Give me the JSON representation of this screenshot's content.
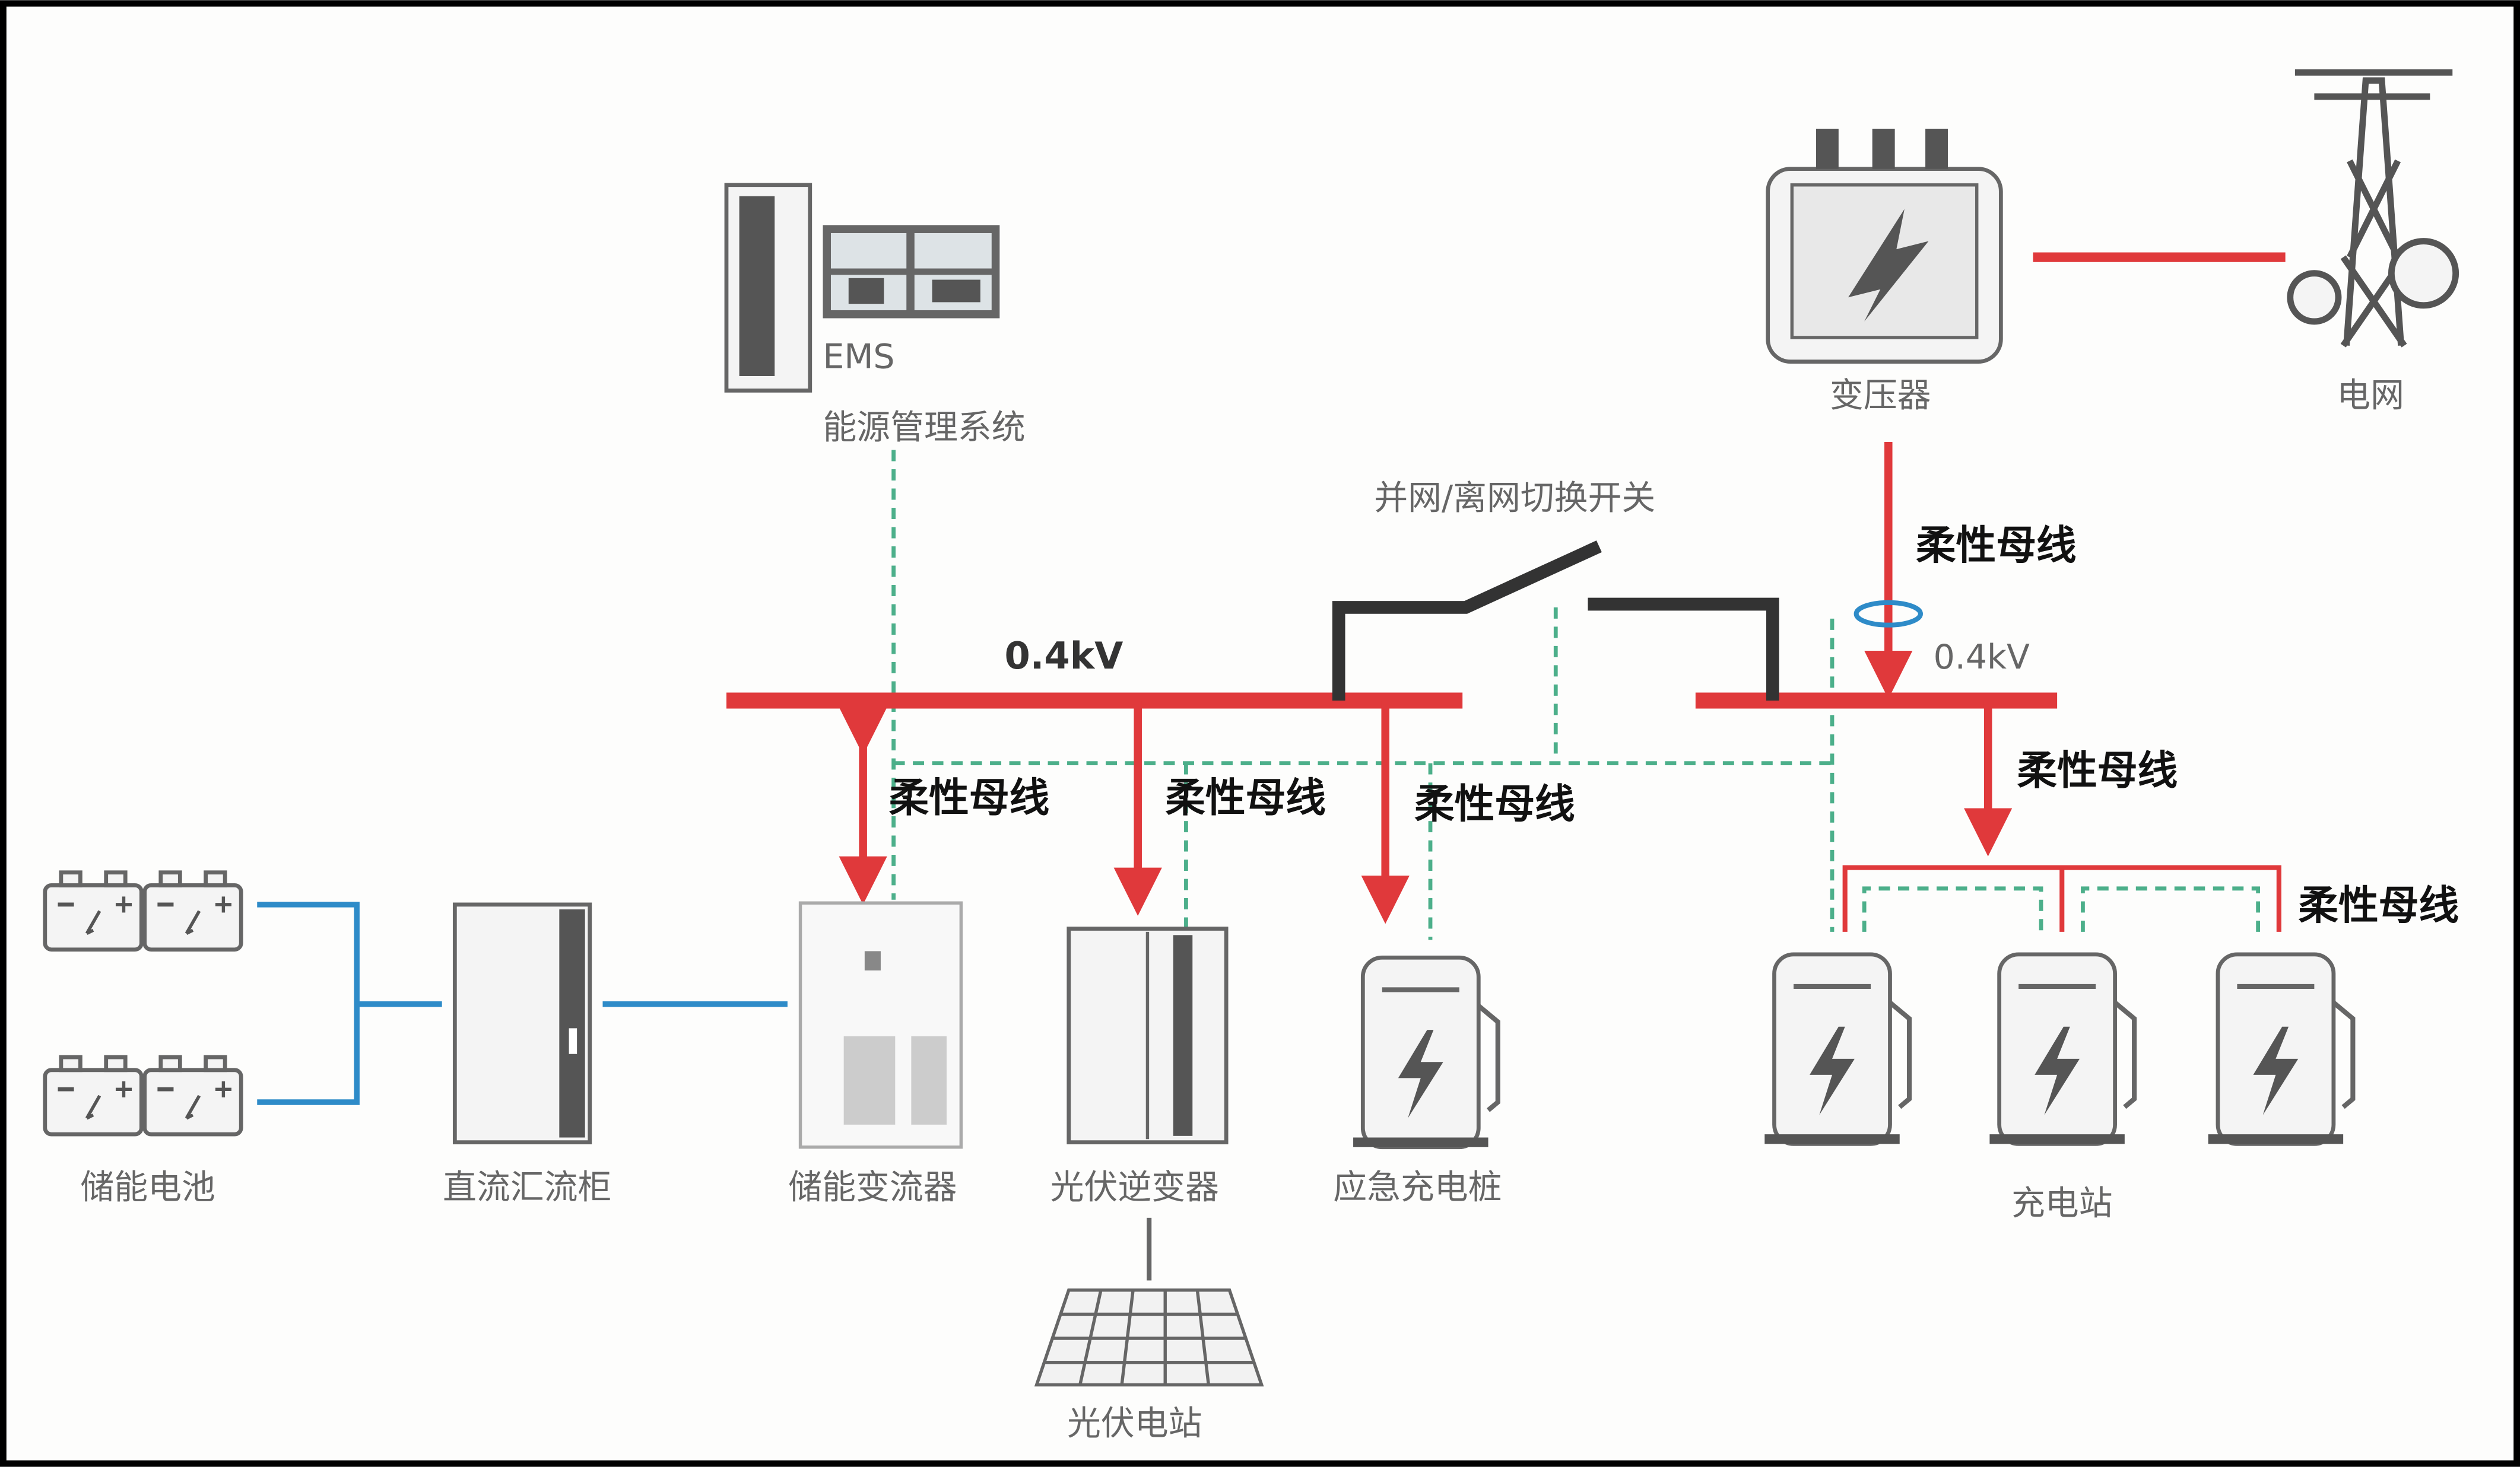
{
  "labels": {
    "ems": "EMS",
    "ems_name": "能源管理系统",
    "transformer": "变压器",
    "grid": "电网",
    "switch": "并网/离网切换开关",
    "bus_left": "0.4kV",
    "bus_right": "0.4kV",
    "battery": "储能电池",
    "dc_combiner": "直流汇流柜",
    "pcs": "储能变流器",
    "pv_inverter": "光伏逆变器",
    "pv_station": "光伏电站",
    "emergency_charger": "应急充电桩",
    "charging_station": "充电站",
    "flex_bus_1": "柔性母线",
    "flex_bus_2": "柔性母线",
    "flex_bus_3": "柔性母线",
    "flex_bus_4": "柔性母线",
    "flex_bus_5": "柔性母线",
    "flex_bus_6": "柔性母线"
  },
  "colors": {
    "power_line": "#e0393b",
    "comm_line": "#4caf8a",
    "dc_line": "#2e8bc8",
    "switch": "#333333"
  }
}
